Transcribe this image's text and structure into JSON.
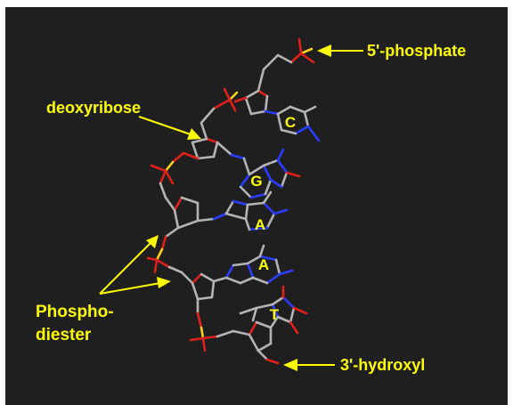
{
  "labels": {
    "five_prime": "5'-phosphate",
    "deoxyribose": "deoxyribose",
    "phospho_line1": "Phospho-",
    "phospho_line2": "diester",
    "three_prime": "3'-hydroxyl"
  },
  "bases": [
    "C",
    "G",
    "A",
    "A",
    "T"
  ],
  "colors": {
    "background": "#1f1f1f",
    "label": "#ffff00",
    "carbon": "#b4b4b4",
    "oxygen": "#e0201c",
    "nitrogen": "#2a3cff",
    "phosphorus": "#ffd21e"
  }
}
